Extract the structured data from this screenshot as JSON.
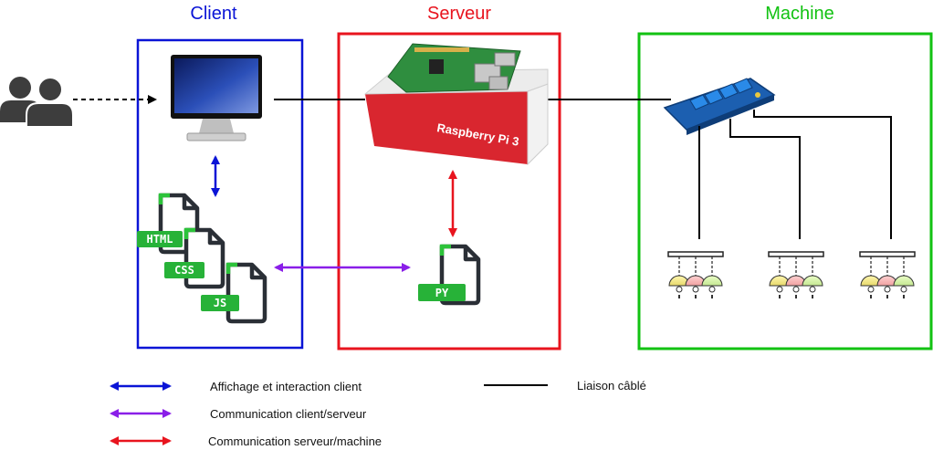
{
  "sections": {
    "client": {
      "title": "Client",
      "color": "#0a14d6"
    },
    "serveur": {
      "title": "Serveur",
      "color": "#e8141e"
    },
    "machine": {
      "title": "Machine",
      "color": "#12c212"
    }
  },
  "files": {
    "html": "HTML",
    "css": "CSS",
    "js": "JS",
    "py": "PY"
  },
  "device_label": "Raspberry Pi 3",
  "legend": {
    "blue": {
      "text": "Affichage et interaction client",
      "color": "#0a14d6"
    },
    "purple": {
      "text": "Communication client/serveur",
      "color": "#8a1ee8"
    },
    "red": {
      "text": "Communication serveur/machine",
      "color": "#e8141e"
    },
    "wire": {
      "text": "Liaison câblé",
      "color": "#000000"
    }
  },
  "icons": [
    "users-icon",
    "monitor-icon",
    "raspberry-pi-icon",
    "relay-board-icon",
    "light-fixture-icon",
    "file-icon"
  ]
}
